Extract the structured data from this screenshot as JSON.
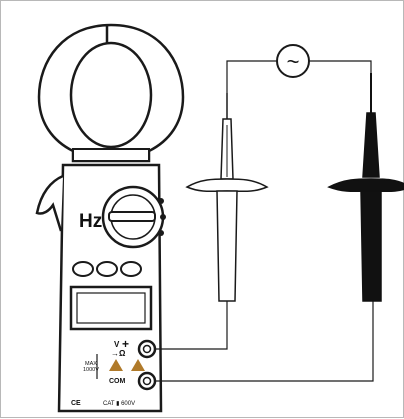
{
  "diagram": {
    "meter": {
      "dial_label": "Hz",
      "terminal_top_label": "V",
      "terminal_top_symbol": "+",
      "terminal_top_sublabel": "→Ω",
      "terminal_bottom_label": "COM",
      "max_rating_line1": "MAX",
      "max_rating_line2": "1000V",
      "cat_rating": "CAT ▮ 600V",
      "ce_mark": "CE"
    },
    "source": {
      "symbol": "~"
    },
    "colors": {
      "outline": "#1a1a1a",
      "red_probe": "#ffffff",
      "black_probe": "#111111",
      "warning_triangle": "#b07a2a"
    }
  }
}
